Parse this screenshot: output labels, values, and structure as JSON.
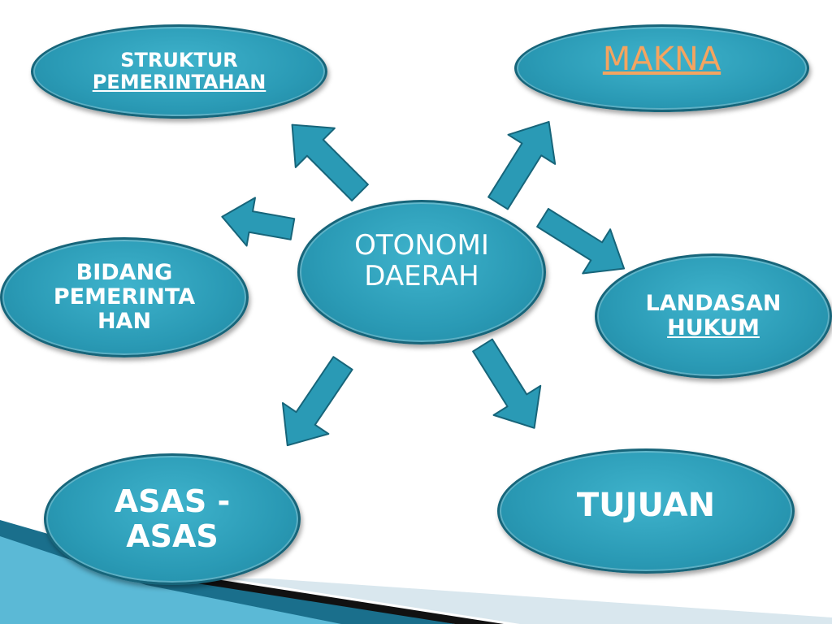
{
  "center": {
    "line1": "OTONOMI",
    "line2": "DAERAH"
  },
  "nodes": {
    "struktur": {
      "line1": "STRUKTUR",
      "line2": "PEMERINTAHAN"
    },
    "makna": {
      "label": "MAKNA"
    },
    "bidang": {
      "line1": "BIDANG",
      "line2": "PEMERINTA",
      "line3": "HAN"
    },
    "landasan": {
      "line1": "LANDASAN",
      "line2": "HUKUM"
    },
    "asas": {
      "line1": "ASAS -",
      "line2": "ASAS"
    },
    "tujuan": {
      "label": "TUJUAN"
    }
  },
  "colors": {
    "node_fill": "#2a9ab5",
    "node_border": "#17657a",
    "arrow_fill": "#2a9ab5",
    "link_orange": "#f4a460"
  }
}
